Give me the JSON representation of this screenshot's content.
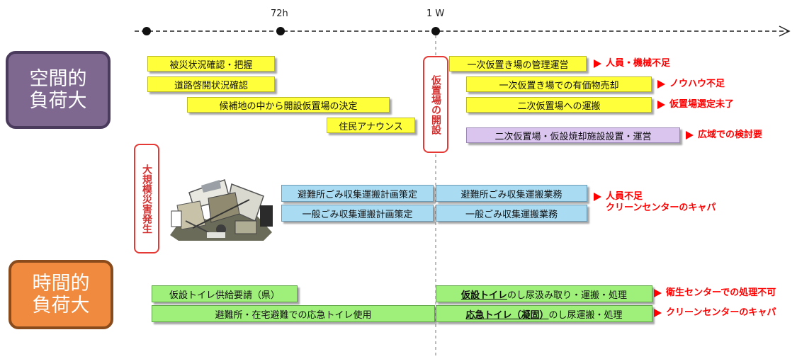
{
  "timeline": {
    "label_72h": "72h",
    "label_1w": "1 W"
  },
  "labels": {
    "spatial": "空間的\n負荷大",
    "temporal": "時間的\n負荷大",
    "disaster": "大規模災害発生",
    "open_site": "仮置場の開設"
  },
  "bars": {
    "left": [
      "被災状況確認・把握",
      "道路啓開状況確認",
      "候補地の中から開設仮置場の決定",
      "住民アナウンス"
    ],
    "right": [
      "一次仮置き場の管理運営",
      "一次仮置き場での有価物売却",
      "二次仮置場への運搬",
      "二次仮置場・仮設焼却施設設置・運営"
    ],
    "waste_plan": [
      "避難所ごみ収集運搬計画策定",
      "一般ごみ収集運搬計画策定"
    ],
    "waste_ops": [
      "避難所ごみ収集運搬業務",
      "一般ごみ収集運搬業務"
    ],
    "toilet_left": [
      "仮設トイレ供給要請（県）",
      "避難所・在宅避難での応急トイレ使用"
    ],
    "toilet_right": [
      {
        "bold": "仮設トイレ",
        "rest": "のし尿汲み取り・運搬・処理"
      },
      {
        "bold": "応急トイレ（凝固）",
        "rest": "のし尿運搬・処理"
      }
    ]
  },
  "notes": {
    "n1": "人員・機械不足",
    "n2": "ノウハウ不足",
    "n3": "仮置場選定未了",
    "n4": "広域での検討要",
    "n5a": "人員不足",
    "n5b": "クリーンセンターのキャパ",
    "n6": "衛生センターでの処理不可",
    "n7": "クリーンセンターのキャパ"
  },
  "colors": {
    "yellow_bar": "#ffff3a",
    "lilac_bar": "#d9c5ee",
    "blue_bar": "#a9dcf3",
    "green_bar": "#9ff07a",
    "alert_red": "#ff0000",
    "spatial_box": "#7e6890",
    "temporal_box": "#f08a3e"
  },
  "icons": {
    "debris": "disaster-debris-illustration",
    "arrow": "red-triangle-arrow"
  }
}
